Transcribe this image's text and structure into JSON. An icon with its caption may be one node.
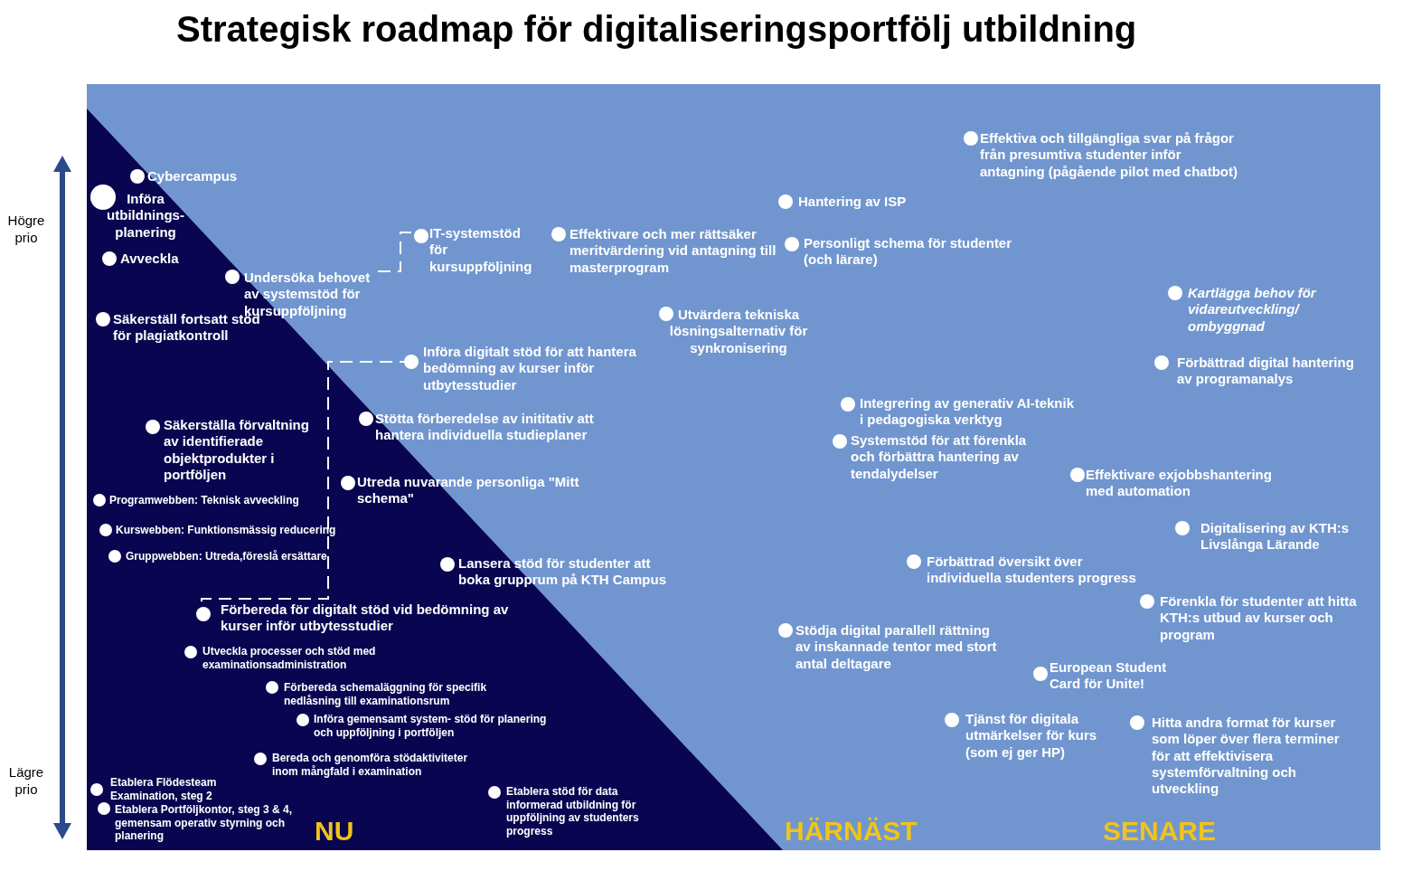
{
  "diagram": {
    "title": "Strategisk roadmap för digitaliseringsportfölj utbildning",
    "nodes": [
      {
        "text": [
          "Cybercampus"
        ]
      },
      {
        "text": [
          "Införa utbildnings- planering"
        ]
      },
      {
        "text": [
          "Avveckla"
        ]
      },
      {
        "text": [
          "Undersöka behovet av systemstöd för kursuppföljning"
        ]
      },
      {
        "text": [
          "IT-systemstöd för kursuppföljning"
        ]
      },
      {
        "text": [
          "Effektivare och mer rättsäker meritvärdering vid antagning till masterprogram"
        ]
      },
      {
        "text": [
          "Effektiva och tillgängliga svar på frågor från presumtiva studenter inför antagning (pågående pilot med chatbot)"
        ]
      },
      {
        "text": [
          "Hantering av ISP"
        ]
      },
      {
        "text": [
          "Personligt schema för studenter (och lärare)"
        ]
      },
      {
        "text": [
          "Säkerställ fortsatt stöd för plagiatkontroll"
        ]
      },
      {
        "text": [
          "Utvärdera tekniska lösningsalternativ för synkronisering"
        ]
      },
      {
        "text": [
          "Kartlägga behov för vidareutveckling/ ombyggnad"
        ]
      },
      {
        "text": [
          "Införa digitalt stöd för att hantera bedömning av kurser inför utbytesstudier"
        ]
      },
      {
        "text": [
          "Förbättrad digital hantering av programanalys"
        ]
      },
      {
        "text": [
          "Integrering av generativ AI-teknik i pedagogiska verktyg"
        ]
      },
      {
        "text": [
          "Stötta förberedelse av inititativ att hantera individuella studieplaner"
        ]
      },
      {
        "text": [
          "Säkerställa förvaltning av identifierade objektprodukter i portföljen"
        ]
      },
      {
        "text": [
          "Systemstöd för att förenkla och förbättra hantering av tendalydelser"
        ]
      },
      {
        "text": [
          "Utreda nuvarande personliga \"Mitt schema\""
        ]
      },
      {
        "text": [
          "Effektivare exjobbshantering med automation"
        ]
      },
      {
        "text": [
          "Programwebben: Teknisk avveckling"
        ]
      },
      {
        "text": [
          "Digitalisering av KTH:s Livslånga Lärande"
        ]
      },
      {
        "text": [
          "Kurswebben: Funktionsmässig reducering"
        ]
      },
      {
        "text": [
          "Gruppwebben: Utreda,föreslå ersättare"
        ]
      },
      {
        "text": [
          "Förbättrad översikt över individuella studenters progress"
        ]
      },
      {
        "text": [
          "Lansera stöd för studenter att boka grupprum på KTH Campus"
        ]
      },
      {
        "text": [
          "Förenkla för studenter att hitta KTH:s utbud av kurser och program"
        ]
      },
      {
        "text": [
          "Förbereda för digitalt stöd vid bedömning av kurser inför utbytesstudier"
        ]
      },
      {
        "text": [
          "Stödja digital parallell rättning av inskannade tentor med stort antal deltagare"
        ]
      },
      {
        "text": [
          "Utveckla processer och stöd med examinationsadministration"
        ]
      },
      {
        "text": [
          "European Student Card för Unite!"
        ]
      },
      {
        "text": [
          "Förbereda schemaläggning för specifik nedlåsning till examinationsrum"
        ]
      },
      {
        "text": [
          "Tjänst för digitala utmärkelser för kurs (som ej ger HP)"
        ]
      },
      {
        "text": [
          "Hitta andra format för kurser som löper över flera terminer för att effektivisera systemförvaltning och utveckling"
        ]
      },
      {
        "text": [
          "Införa gemensamt system- stöd för planering och uppföljning i portföljen"
        ]
      },
      {
        "text": [
          "Bereda och genomföra stödaktiviteter inom mångfald i examination"
        ]
      },
      {
        "text": [
          "Etablera Flödesteam Examination, steg 2"
        ]
      },
      {
        "text": [
          "Etablera Portföljkontor, steg 3 & 4, gemensam operativ styrning och planering"
        ]
      },
      {
        "text": [
          "Etablera stöd för data informerad utbildning för uppföljning av studenters progress"
        ]
      }
    ],
    "edges": [
      {
        "from": 3,
        "to": 4,
        "arrow": "none",
        "style": "dashed"
      },
      {
        "from": 27,
        "to": 12,
        "arrow": "none",
        "style": "dashed"
      }
    ],
    "labels": [
      "Högre prio",
      "Lägre prio",
      "NU",
      "HÄRNÄST",
      "SENARE"
    ]
  }
}
